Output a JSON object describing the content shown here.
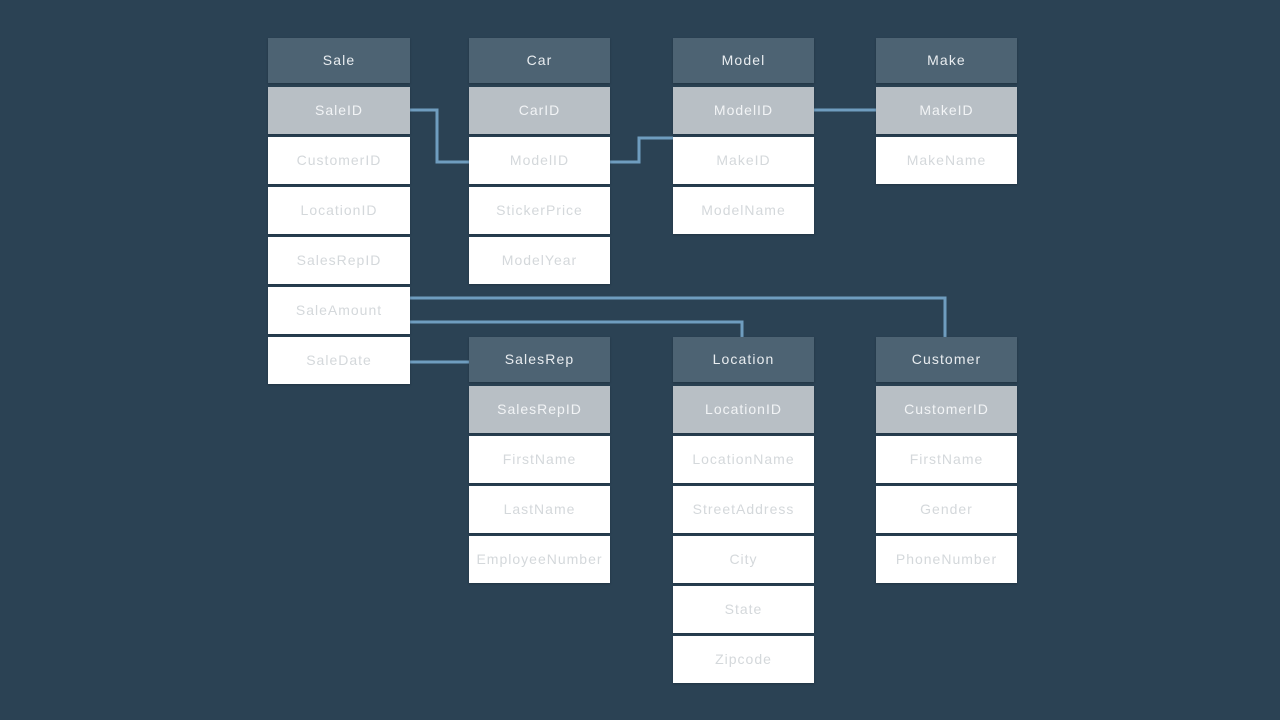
{
  "colors": {
    "background": "#2b4254",
    "header_bg": "#4d6373",
    "header_text": "#e9edf0",
    "pk_bg": "#b8bfc5",
    "pk_text": "#f2f4f6",
    "row_bg": "#ffffff",
    "row_text": "#d4d8db",
    "connector": "#6f9dbf"
  },
  "tables": [
    {
      "id": "sale",
      "title": "Sale",
      "pk": "SaleID",
      "fields": [
        "SaleID",
        "CustomerID",
        "LocationID",
        "SalesRepID",
        "SaleAmount",
        "SaleDate"
      ]
    },
    {
      "id": "car",
      "title": "Car",
      "pk": "CarID",
      "fields": [
        "CarID",
        "ModelID",
        "StickerPrice",
        "ModelYear"
      ]
    },
    {
      "id": "model",
      "title": "Model",
      "pk": "ModelID",
      "fields": [
        "ModelID",
        "MakeID",
        "ModelName"
      ]
    },
    {
      "id": "make",
      "title": "Make",
      "pk": "MakeID",
      "fields": [
        "MakeID",
        "MakeName"
      ]
    },
    {
      "id": "salesrep",
      "title": "SalesRep",
      "pk": "SalesRepID",
      "fields": [
        "SalesRepID",
        "FirstName",
        "LastName",
        "EmployeeNumber"
      ]
    },
    {
      "id": "location",
      "title": "Location",
      "pk": "LocationID",
      "fields": [
        "LocationID",
        "LocationName",
        "StreetAddress",
        "City",
        "State",
        "Zipcode"
      ]
    },
    {
      "id": "customer",
      "title": "Customer",
      "pk": "CustomerID",
      "fields": [
        "CustomerID",
        "FirstName",
        "Gender",
        "PhoneNumber"
      ]
    }
  ],
  "connections": [
    {
      "from": "Sale.SaleID",
      "to": "Car.ModelID"
    },
    {
      "from": "Car.ModelID",
      "to": "Model.ModelID"
    },
    {
      "from": "Model.ModelID",
      "to": "Make.MakeID"
    },
    {
      "from": "Sale.SaleAmount",
      "to": "Customer"
    },
    {
      "from": "Sale.SaleAmount",
      "to": "Location"
    },
    {
      "from": "Sale.SaleDate",
      "to": "SalesRep"
    }
  ]
}
